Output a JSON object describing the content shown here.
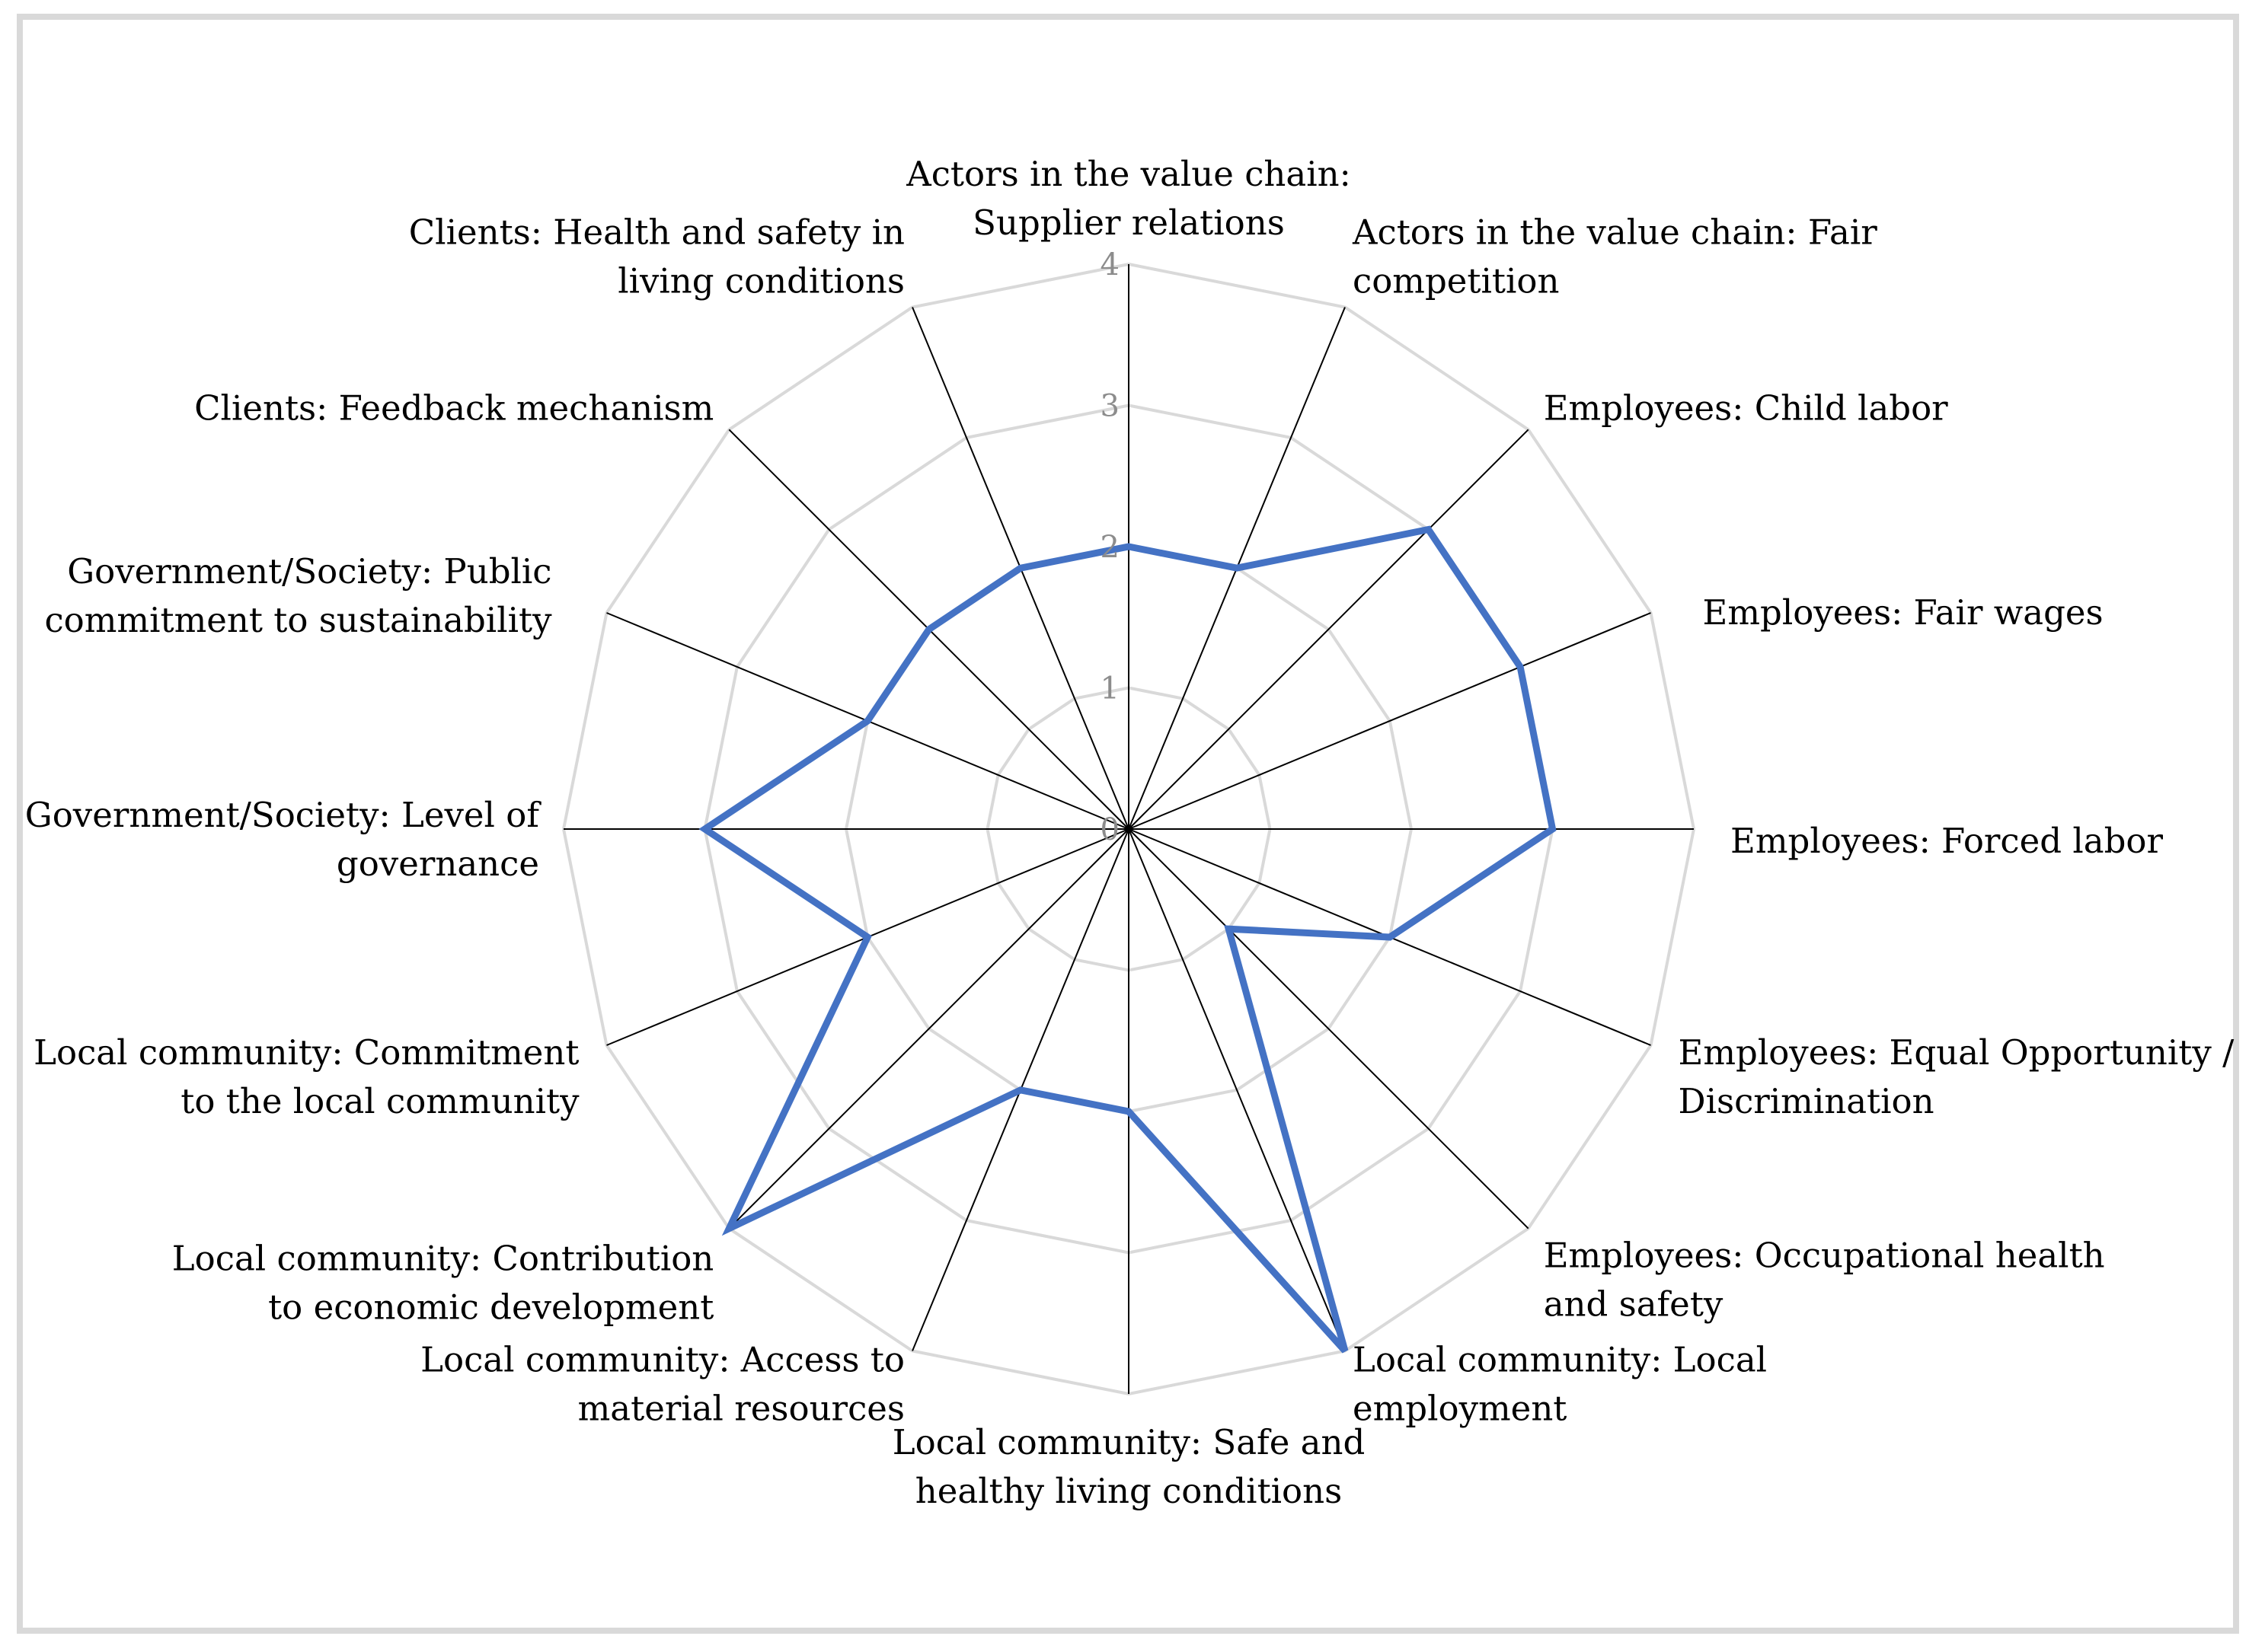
{
  "chart_data": {
    "type": "radar",
    "title": "",
    "rlim": [
      0,
      4
    ],
    "ticks": [
      0,
      1,
      2,
      3,
      4
    ],
    "grid": true,
    "categories": [
      "Actors in the value chain: Supplier relations",
      "Actors in the value chain: Fair competition",
      "Employees: Child labor",
      "Employees: Fair wages",
      "Employees: Forced labor",
      "Employees: Equal Opportunity / Discrimination",
      "Employees: Occupational health and safety",
      "Local community: Local employment",
      "Local community: Safe and healthy living conditions",
      "Local community: Access to material resources",
      "Local community: Contribution to economic development",
      "Local community: Commitment to the local community",
      "Government/Society: Level of governance",
      "Government/Society: Public commitment to sustainability",
      "Clients: Feedback mechanism",
      "Clients: Health and safety in living conditions"
    ],
    "category_label_lines": [
      [
        "Actors in the value chain:",
        "Supplier relations"
      ],
      [
        "Actors in the value chain: Fair",
        "competition"
      ],
      [
        "Employees: Child labor"
      ],
      [
        "Employees: Fair wages"
      ],
      [
        "Employees: Forced labor"
      ],
      [
        "Employees: Equal Opportunity /",
        "Discrimination"
      ],
      [
        "Employees: Occupational health",
        "and safety"
      ],
      [
        "Local community: Local",
        "employment"
      ],
      [
        "Local community: Safe and",
        "healthy living conditions"
      ],
      [
        "Local community: Access to",
        "material resources"
      ],
      [
        "Local community: Contribution",
        "to economic development"
      ],
      [
        "Local community: Commitment",
        "to the local community"
      ],
      [
        "Government/Society: Level of",
        "governance"
      ],
      [
        "Government/Society: Public",
        "commitment to sustainability"
      ],
      [
        "Clients: Feedback mechanism"
      ],
      [
        "Clients: Health and safety in",
        "living conditions"
      ]
    ],
    "series": [
      {
        "values": [
          2,
          2,
          3,
          3,
          3,
          2,
          1,
          4,
          2,
          2,
          4,
          2,
          3,
          2,
          2,
          2
        ],
        "color": "#4472c4"
      }
    ],
    "colors": {
      "grid": "#d9d9d9",
      "spoke": "#000000",
      "tick_text": "#8c8c8c"
    }
  }
}
